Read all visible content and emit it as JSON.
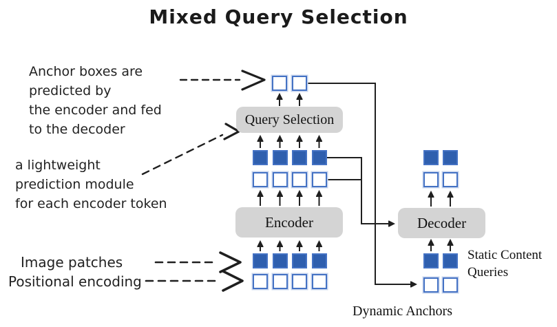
{
  "title": "Mixed Query Selection",
  "annotations": {
    "anchor_note": "Anchor boxes are\npredicted by\nthe encoder and fed\nto the decoder",
    "module_note": "a lightweight\nprediction module\nfor each encoder token",
    "image_patches": "Image patches",
    "positional_encoding": "Positional encoding",
    "static_content_queries": "Static Content\nQueries",
    "dynamic_anchors": "Dynamic Anchors"
  },
  "blocks": {
    "query_selection": "Query Selection",
    "encoder": "Encoder",
    "decoder": "Decoder"
  },
  "token_groups": {
    "anchor_out": {
      "count": 2,
      "style": "outline",
      "meaning": "anchor boxes predicted by query selection"
    },
    "enc_mem": {
      "count": 4,
      "style": "filled",
      "meaning": "encoder output tokens"
    },
    "enc_pos": {
      "count": 4,
      "style": "outline",
      "meaning": "encoder output positional tokens"
    },
    "img_patches": {
      "count": 4,
      "style": "filled",
      "meaning": "image patches"
    },
    "pos_enc": {
      "count": 4,
      "style": "outline",
      "meaning": "positional encodings"
    },
    "dec_out_content": {
      "count": 2,
      "style": "filled",
      "meaning": "decoder output content"
    },
    "dec_out_pos": {
      "count": 2,
      "style": "outline",
      "meaning": "decoder output positions"
    },
    "static_queries": {
      "count": 2,
      "style": "filled",
      "meaning": "static content queries"
    },
    "dynamic_anchors": {
      "count": 2,
      "style": "outline",
      "meaning": "dynamic anchors"
    }
  },
  "colors": {
    "token_fill": "#2f5fae",
    "token_border_filled": "#4472c4",
    "token_border": "#4472c4",
    "token_halo": "#c7d4ed",
    "block_bg": "#d4d4d4",
    "line": "#1f1f1f"
  }
}
